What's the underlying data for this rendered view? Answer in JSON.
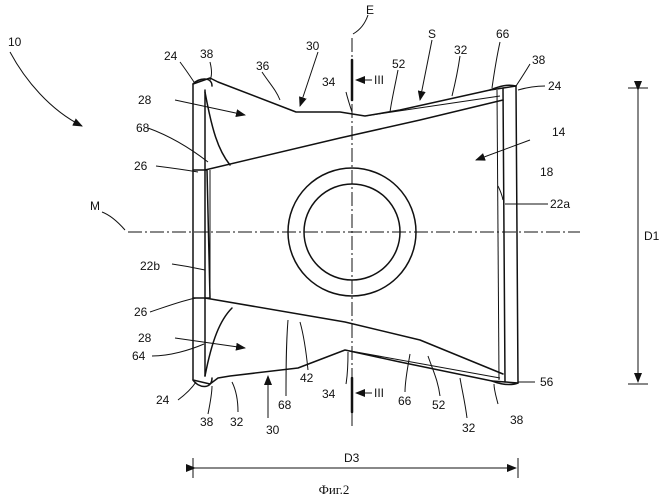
{
  "labels": {
    "l10": "10",
    "lE": "E",
    "lS": "S",
    "l14": "14",
    "l18": "18",
    "l22a": "22a",
    "l22b": "22b",
    "lM": "M",
    "lD1": "D1",
    "lD3": "D3",
    "l24a": "24",
    "l38a": "38",
    "l36": "36",
    "l30a": "30",
    "l34a": "34",
    "lIIIa": "III",
    "l52a": "52",
    "l32a": "32",
    "l66a": "66",
    "l38b": "38",
    "l24b": "24",
    "l28a": "28",
    "l68a": "68",
    "l26a": "26",
    "l26b": "26",
    "l28b": "28",
    "l64": "64",
    "l24c": "24",
    "l38c": "38",
    "l32b": "32",
    "l30b": "30",
    "l68b": "68",
    "l42": "42",
    "l34b": "34",
    "lIIIb": "III",
    "l66b": "66",
    "l52b": "52",
    "l32c": "32",
    "l38d": "38",
    "l56": "56"
  },
  "caption": "Фиг.2"
}
